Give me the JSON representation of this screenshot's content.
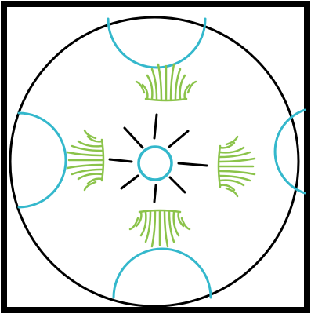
{
  "colors": {
    "frame": "#000000",
    "outer_circle": "#000000",
    "rays": "#000000",
    "center_circle": "#34b8cc",
    "edge_arcs": "#34b8cc",
    "plumes": "#8bc34a",
    "background": "#ffffff"
  },
  "elements": {
    "rays_count": 8,
    "plumes_count": 4,
    "edge_arcs_count": 4,
    "plume_orientations": [
      "up",
      "left",
      "right",
      "down"
    ],
    "edge_arc_sides": [
      "top",
      "left",
      "right",
      "bottom"
    ]
  }
}
